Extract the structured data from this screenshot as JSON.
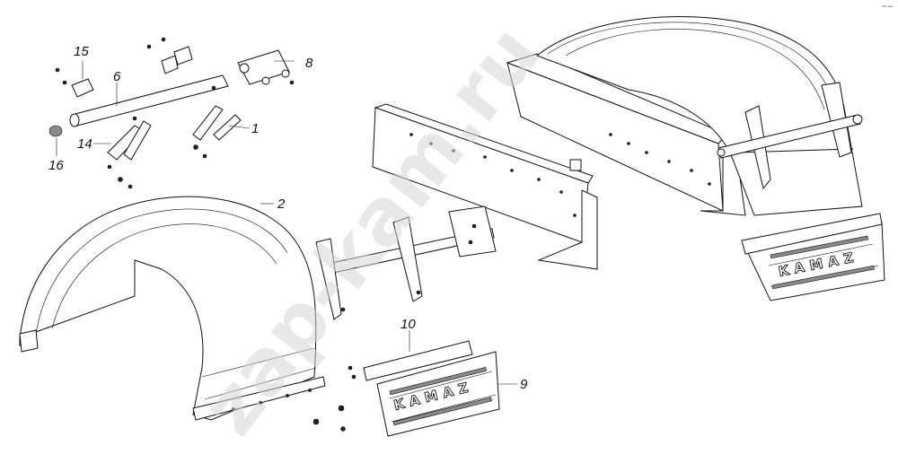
{
  "callouts": {
    "c1": "1",
    "c2": "2",
    "c6": "6",
    "c8": "8",
    "c9": "9",
    "c10": "10",
    "c14": "14",
    "c15": "15",
    "c16": "16"
  },
  "mudflap_brand_front": "KAMAZ",
  "mudflap_brand_rear": "KAMAZ",
  "watermark": "zap-kam.ru",
  "corner_mark": "ᵒᴹ ᵃᵃᵃ"
}
